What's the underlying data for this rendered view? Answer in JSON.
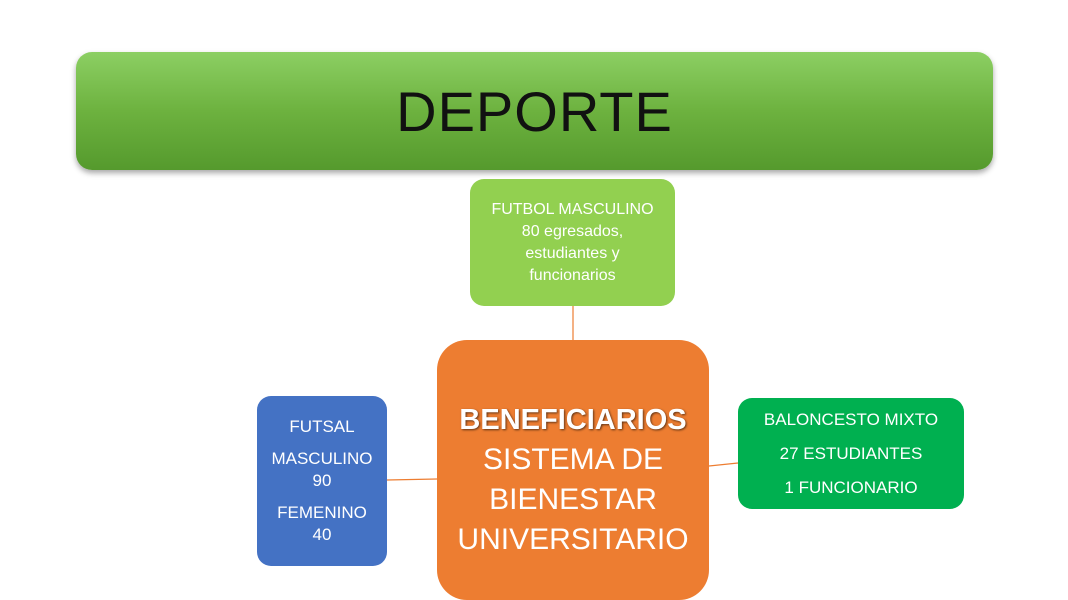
{
  "title": "DEPORTE",
  "top_box": {
    "heading": "FUTBOL MASCULINO",
    "lines": [
      "80 egresados,",
      "estudiantes y",
      "funcionarios"
    ]
  },
  "center_box": {
    "heading": "BENEFICIARIOS",
    "lines": [
      "SISTEMA DE",
      "BIENESTAR",
      "UNIVERSITARIO"
    ]
  },
  "left_box": {
    "heading": "FUTSAL",
    "masculino_label": "MASCULINO",
    "masculino_value": "90",
    "femenino_label": "FEMENINO",
    "femenino_value": "40"
  },
  "right_box": {
    "heading": "BALONCESTO MIXTO",
    "lines": [
      "27 ESTUDIANTES",
      "1 FUNCIONARIO"
    ]
  },
  "colors": {
    "title_green": "#70ad47",
    "top_green": "#92d050",
    "center_orange": "#ed7d31",
    "left_blue": "#4472c4",
    "right_green": "#00b050",
    "connector": "#ed7d31"
  }
}
